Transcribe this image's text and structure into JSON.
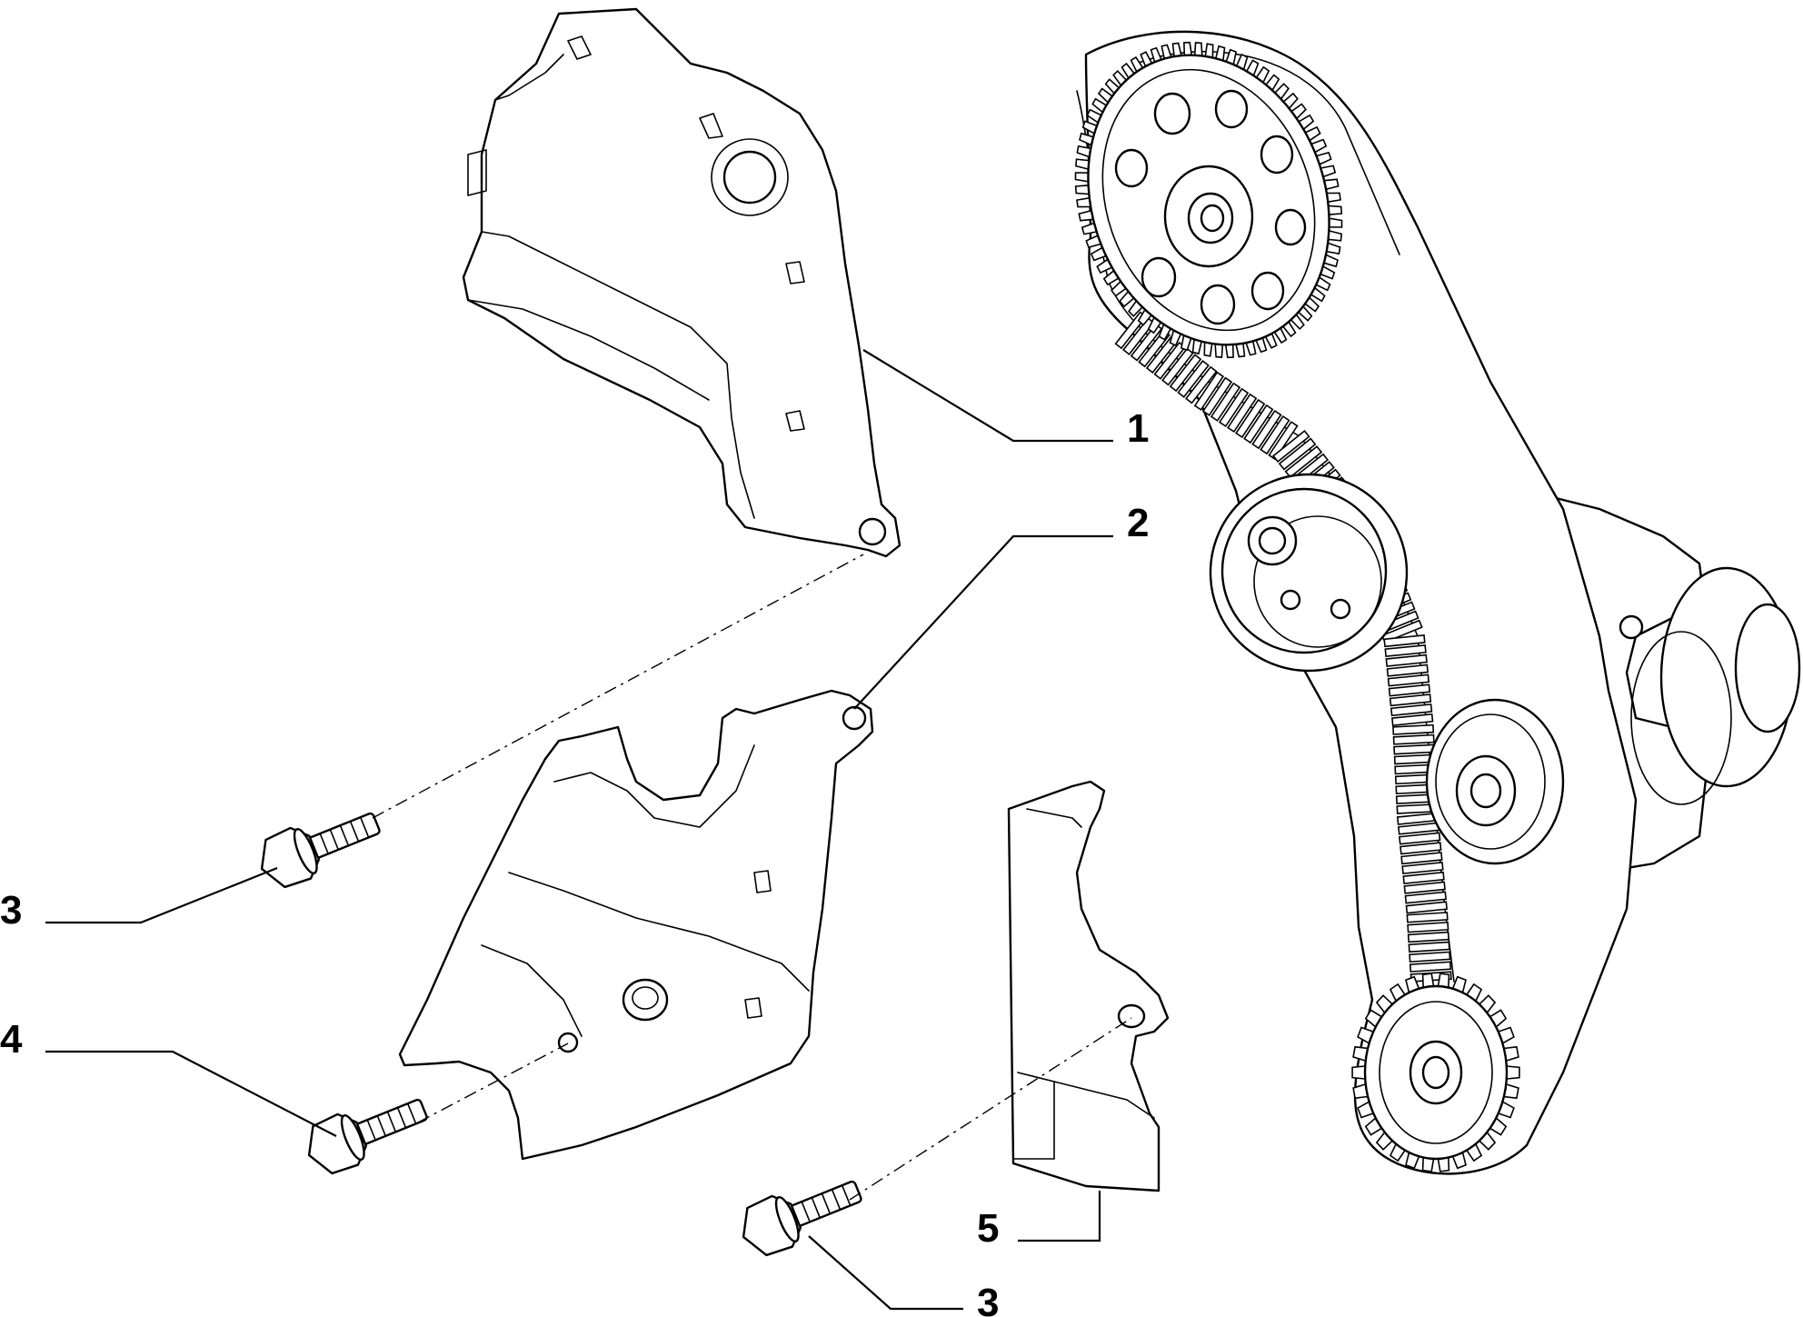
{
  "callouts": [
    {
      "id": "c1",
      "text": "1"
    },
    {
      "id": "c2",
      "text": "2"
    },
    {
      "id": "c3a",
      "text": "3"
    },
    {
      "id": "c4",
      "text": "4"
    },
    {
      "id": "c5",
      "text": "5"
    },
    {
      "id": "c3b",
      "text": "3"
    }
  ],
  "sprocket_teeth": {
    "upper": 72,
    "lower": 30
  },
  "belt_teeth": 78
}
